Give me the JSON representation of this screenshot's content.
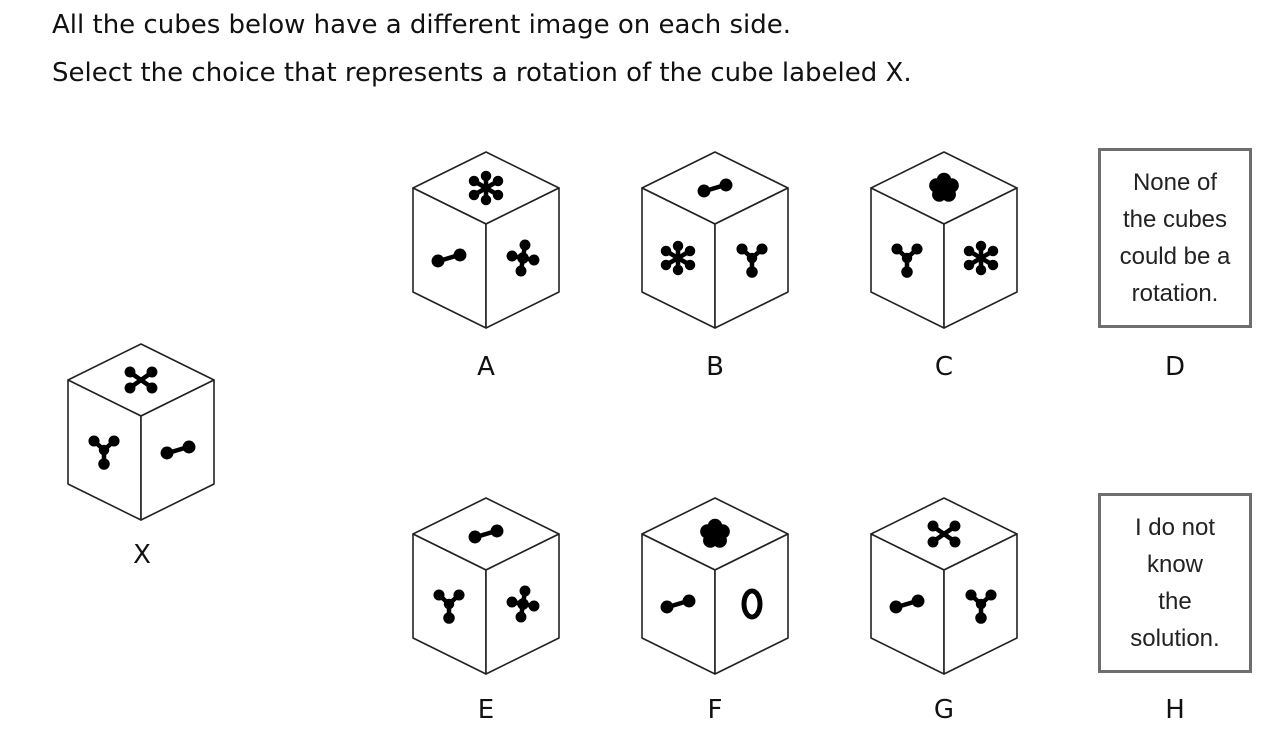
{
  "instructions": {
    "line1": "All the cubes below have a different image on each side.",
    "line2": "Select the choice that represents a rotation of the cube labeled X."
  },
  "target_cube": {
    "label": "X",
    "faces": {
      "top": "x-cross-icon",
      "left": "three-prong-icon",
      "right": "dumbbell-icon"
    }
  },
  "choices": [
    {
      "label": "A",
      "faces": {
        "top": "six-arm-splat-icon",
        "left": "dumbbell-icon",
        "right": "four-arm-splat-icon"
      }
    },
    {
      "label": "B",
      "faces": {
        "top": "dumbbell-icon",
        "left": "six-arm-splat-icon",
        "right": "three-prong-icon"
      }
    },
    {
      "label": "C",
      "faces": {
        "top": "flower-icon",
        "left": "three-prong-icon",
        "right": "six-arm-splat-icon"
      }
    },
    {
      "label": "D",
      "text": [
        "None of",
        "the cubes",
        "could be a",
        "rotation."
      ]
    },
    {
      "label": "E",
      "faces": {
        "top": "dumbbell-icon",
        "left": "three-prong-icon",
        "right": "four-arm-splat-icon"
      }
    },
    {
      "label": "F",
      "faces": {
        "top": "flower-icon",
        "left": "dumbbell-icon",
        "right": "ring-icon"
      }
    },
    {
      "label": "G",
      "faces": {
        "top": "x-cross-icon",
        "left": "dumbbell-icon",
        "right": "three-prong-icon"
      }
    },
    {
      "label": "H",
      "text": [
        "I do not",
        "know",
        "the",
        "solution."
      ]
    }
  ]
}
